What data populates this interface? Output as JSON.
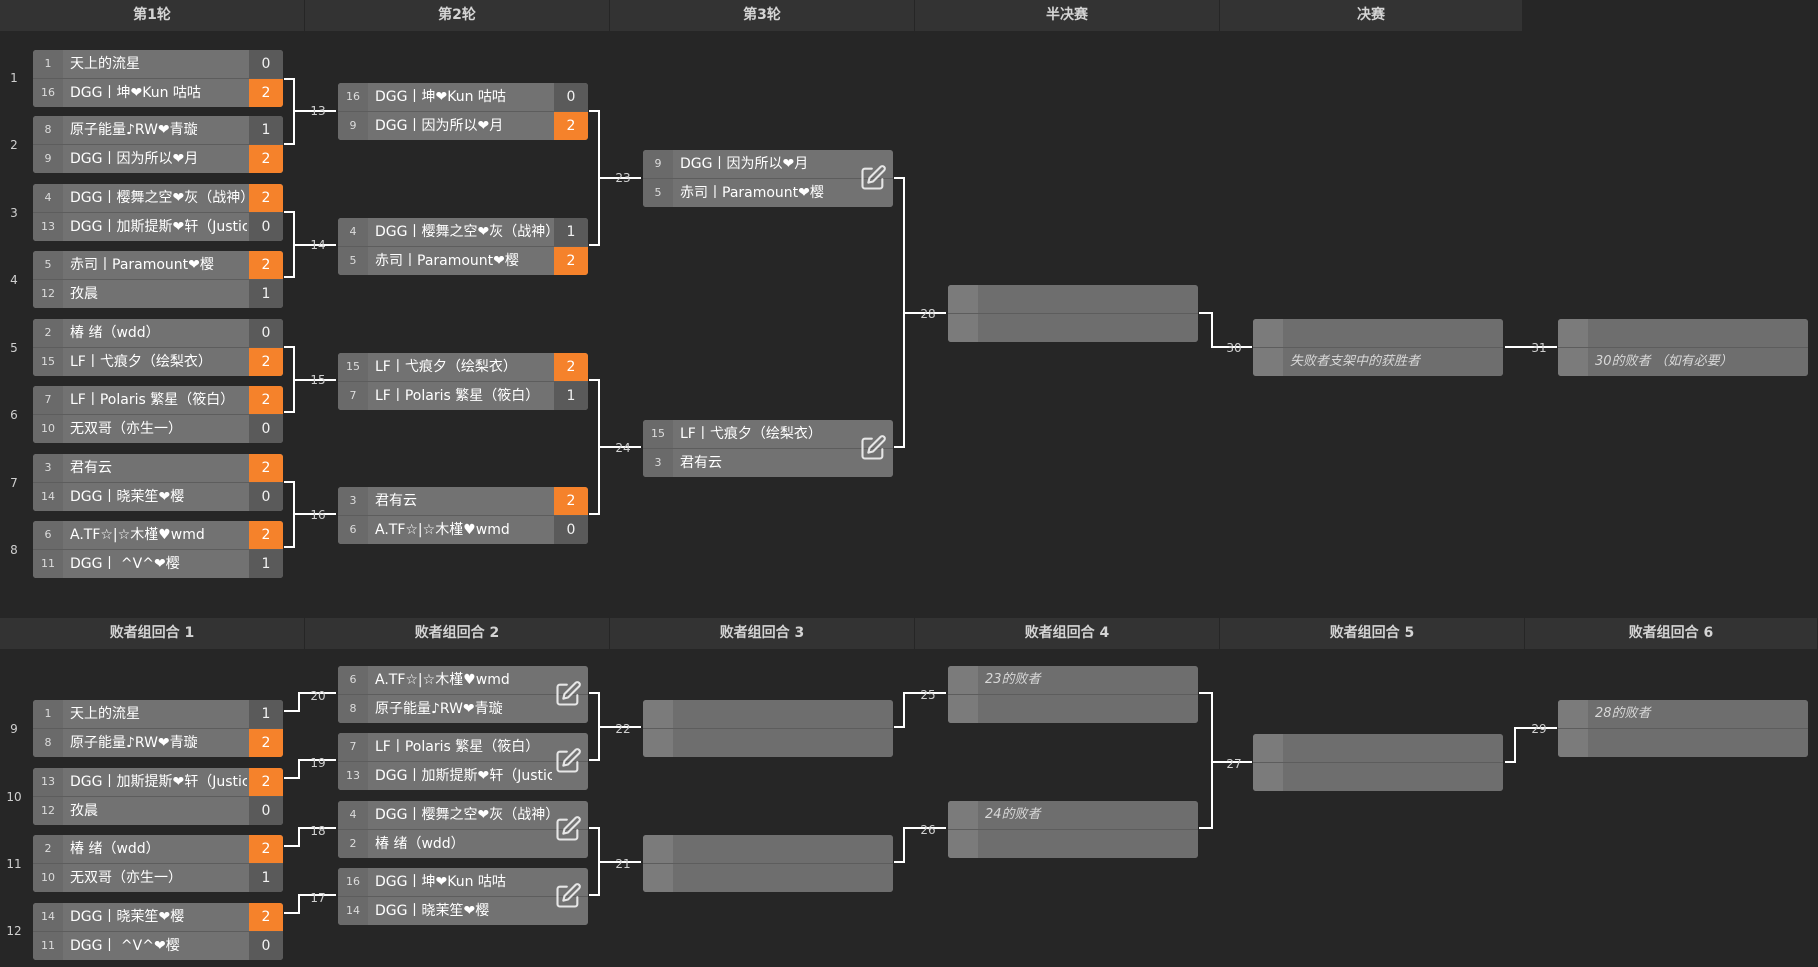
{
  "rounds": {
    "winners": [
      "第1轮",
      "第2轮",
      "第3轮",
      "半决赛",
      "决赛"
    ],
    "losers": [
      "败者组回合 1",
      "败者组回合 2",
      "败者组回合 3",
      "败者组回合 4",
      "败者组回合 5",
      "败者组回合 6"
    ]
  },
  "players": {
    "p1": "天上的流星",
    "p16": "DGG丨坤❤Kun 咕咕",
    "p8": "原子能量♪RW❤青璇",
    "p9": "DGG丨因为所以❤月",
    "p4": "DGG丨樱舞之空❤灰（战神）",
    "p13": "DGG丨加斯提斯❤轩（Justice）",
    "p5": "赤司丨Paramount❤樱",
    "p12": "孜晨",
    "p2": "椿 绪（wdd）",
    "p15": "LF丨弋痕夕（绘梨衣）",
    "p7": "LF丨Polaris 繁星（筱白）",
    "p10": "无双哥（亦生一）",
    "p3": "君有云",
    "p14": "DGG丨晓茉笙❤樱",
    "p6": "A.TF☆|☆木槿♥wmd",
    "p11": "DGG丨 ^V^❤樱"
  },
  "placeholders": {
    "loser_23": "23的败者",
    "loser_24": "24的败者",
    "loser_28": "28的败者",
    "loser_bracket_winner": "失败者支架中的获胜者",
    "loser_30": "30的败者 （如有必要）"
  },
  "seeds": [
    "1",
    "2",
    "3",
    "4",
    "5",
    "6",
    "7",
    "8",
    "9",
    "10",
    "11",
    "12",
    "13",
    "14",
    "15",
    "16"
  ],
  "scores": [
    "0",
    "1",
    "2"
  ],
  "match_labels": [
    "1",
    "2",
    "3",
    "4",
    "5",
    "6",
    "7",
    "8",
    "9",
    "10",
    "11",
    "12",
    "13",
    "14",
    "15",
    "16",
    "17",
    "18",
    "19",
    "20",
    "21",
    "22",
    "23",
    "24",
    "25",
    "26",
    "27",
    "28",
    "29",
    "30",
    "31"
  ],
  "colors": {
    "background": "#262626",
    "header": "#333333",
    "slot": "#727272",
    "winner_score": "#f5822b",
    "lines": "#ffffff"
  },
  "icons": {
    "edit": "edit-pencil-icon"
  }
}
